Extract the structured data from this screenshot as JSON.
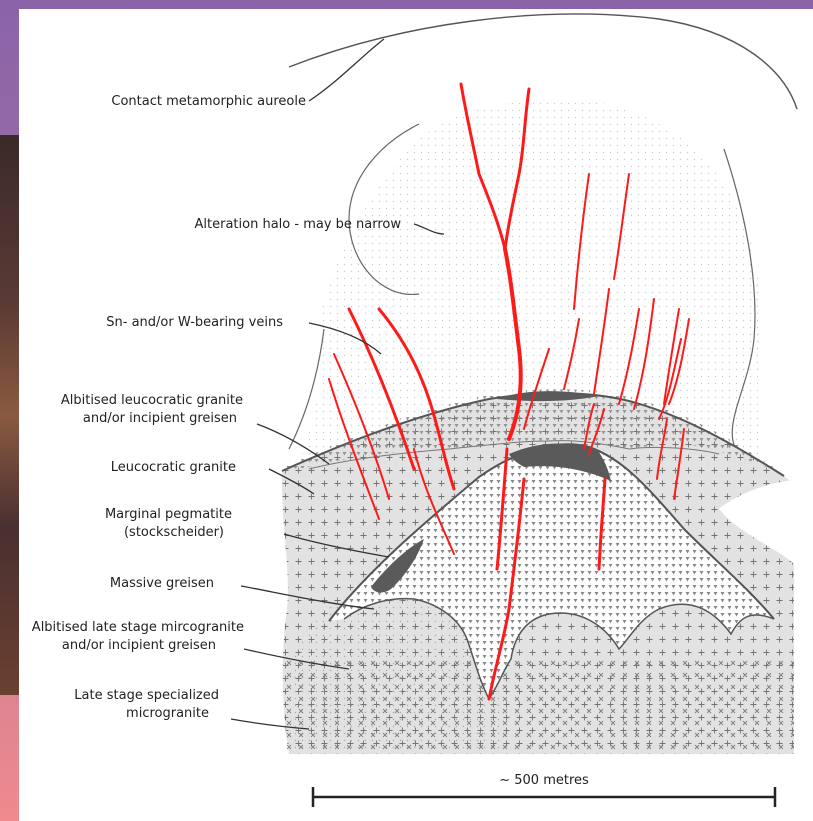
{
  "labels": {
    "contact_aureole": "Contact metamorphic aureole",
    "alteration_halo": "Alteration halo - may be narrow",
    "veins": "Sn- and/or W-bearing veins",
    "albitised_leuco_1": "Albitised leucocratic granite",
    "albitised_leuco_2": "and/or incipient greisen",
    "leuco_granite": "Leucocratic granite",
    "pegmatite_1": "Marginal pegmatite",
    "pegmatite_2": "(stockscheider)",
    "massive_greisen": "Massive greisen",
    "albitised_micro_1": "Albitised late stage mircogranite",
    "albitised_micro_2": "and/or incipient greisen",
    "specialized_micro_1": "Late stage specialized",
    "specialized_micro_2": "microgranite"
  },
  "scale_bar": {
    "label": "~ 500 metres"
  },
  "colors": {
    "vein": "#ff1a1a",
    "granite_fill": "#e2e2e2",
    "pegmatite": "#5a5a5a",
    "outline": "#555555"
  }
}
